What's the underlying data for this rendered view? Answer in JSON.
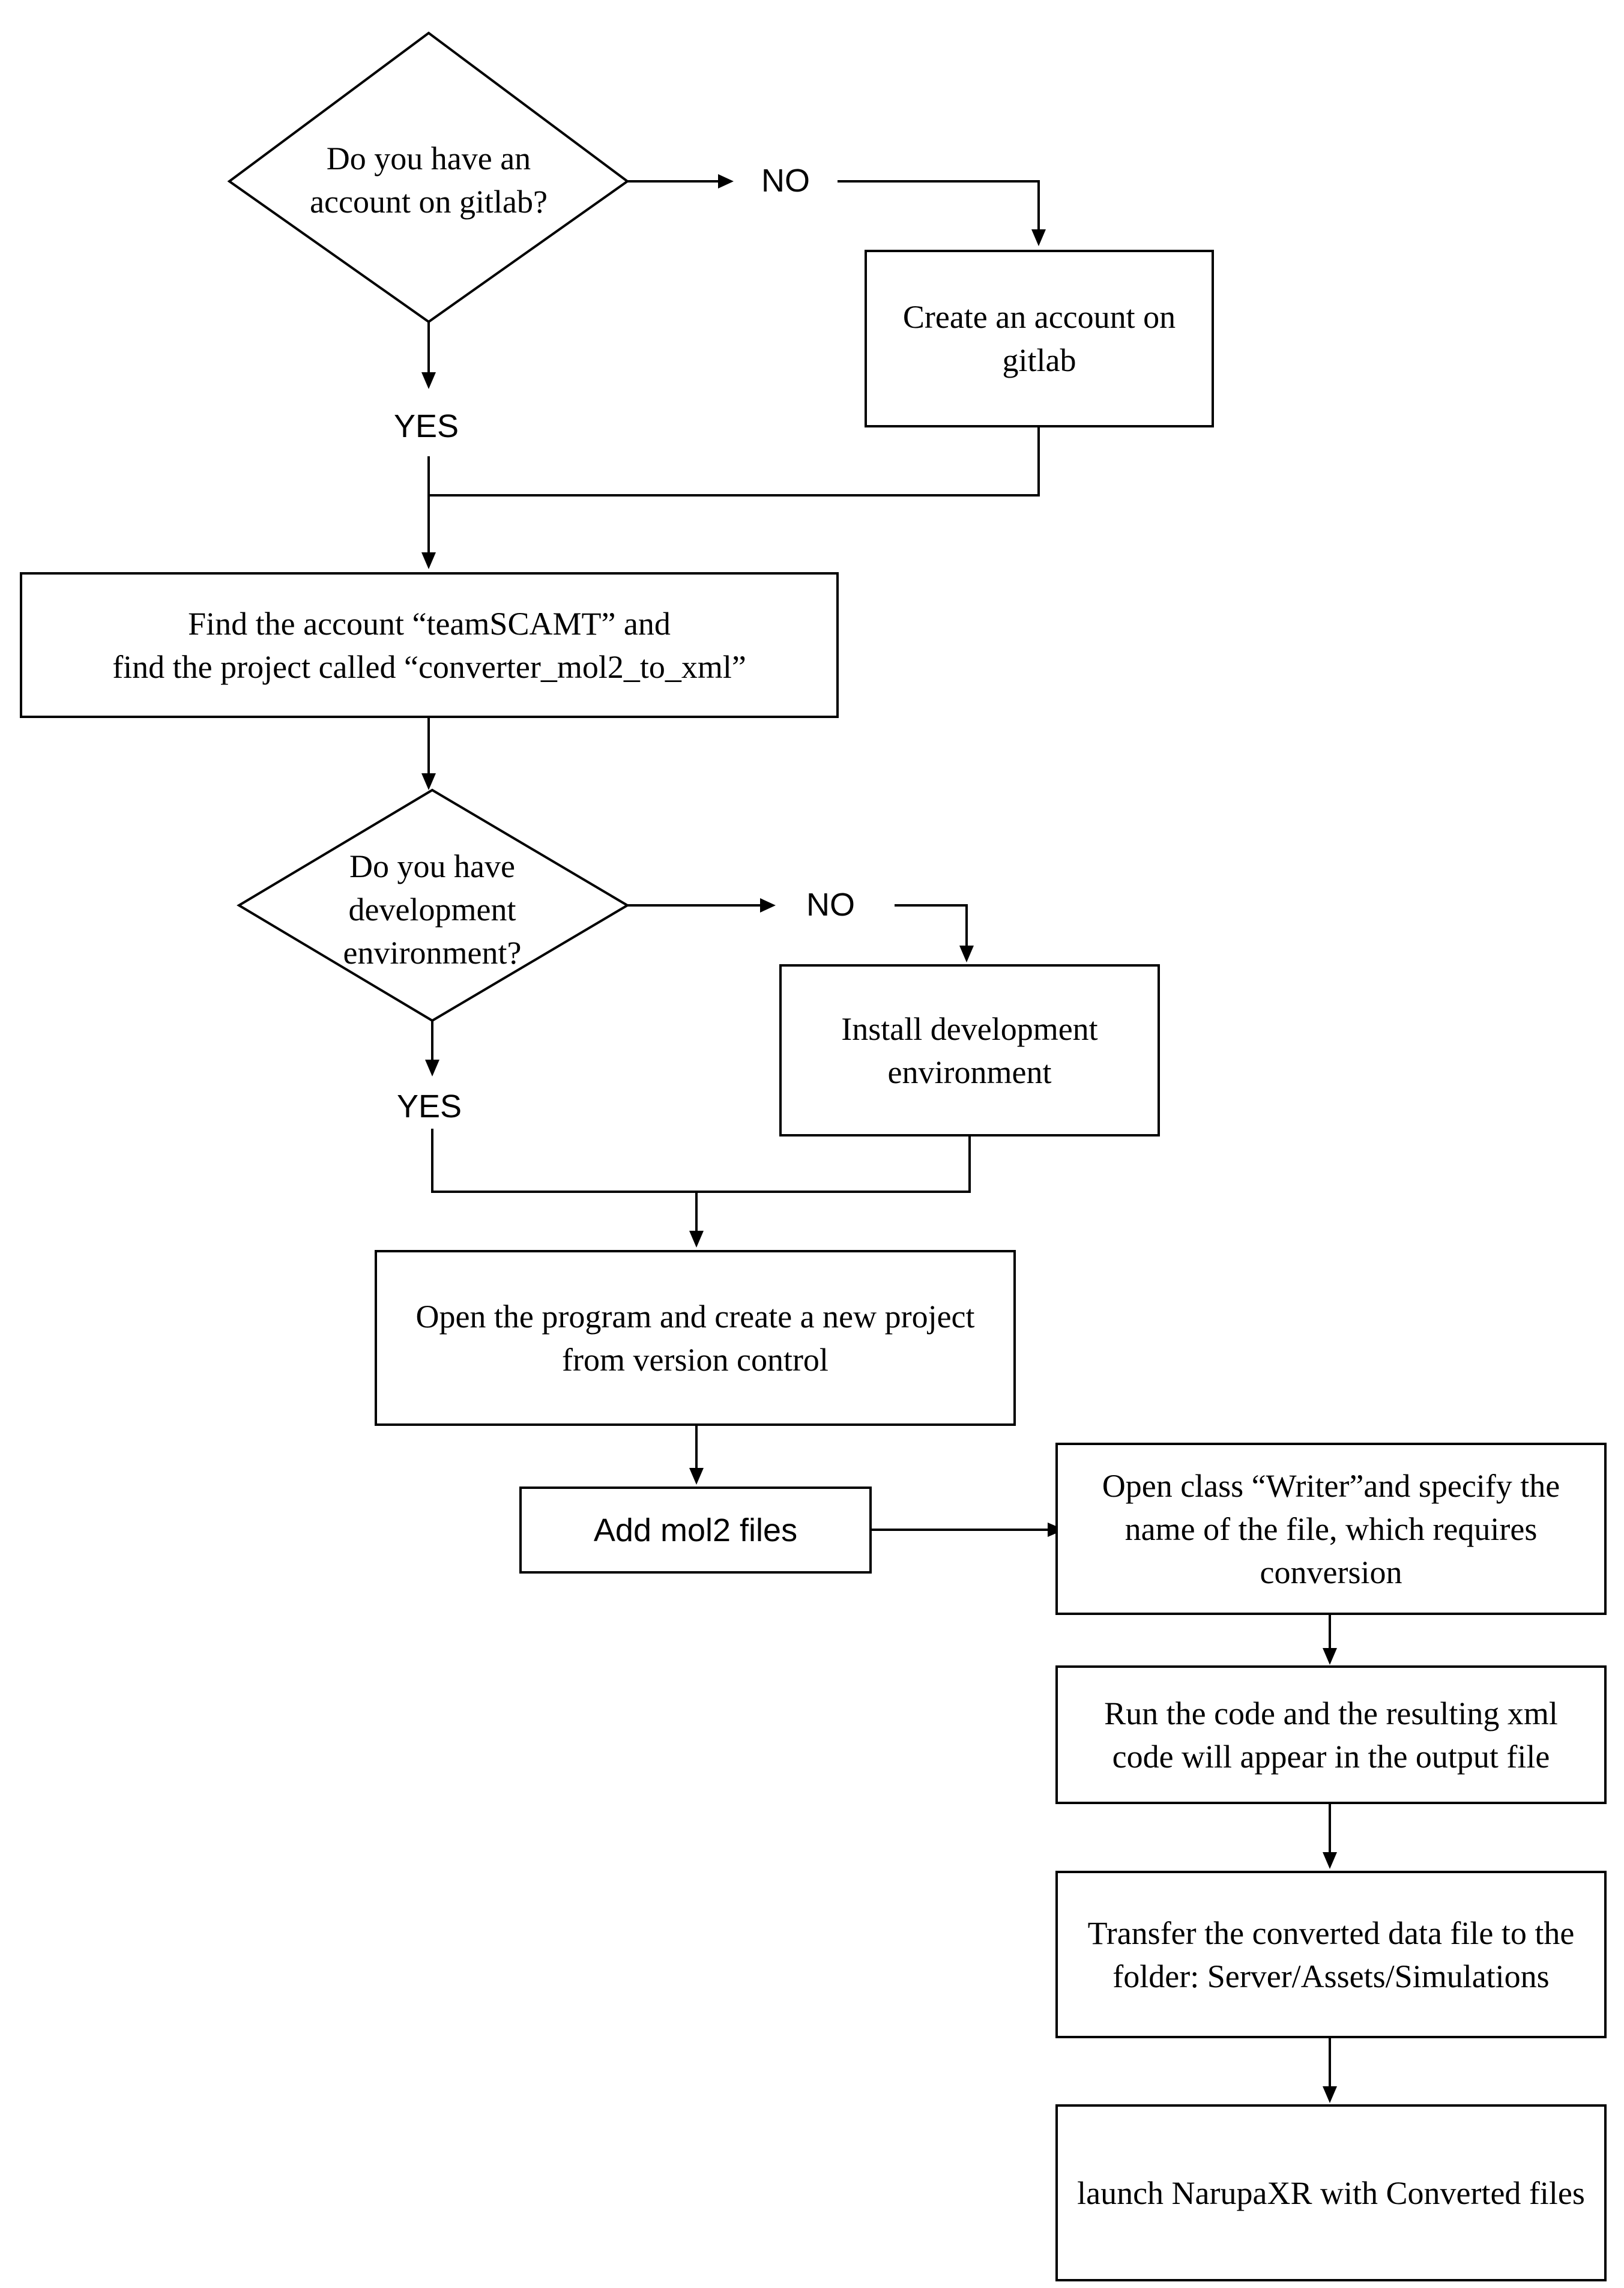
{
  "decisions": {
    "account": {
      "lines": [
        "Do you have an",
        "account on gitlab?"
      ],
      "yes_label": "YES",
      "no_label": "NO"
    },
    "dev_env": {
      "lines": [
        "Do you have",
        "development",
        "environment?"
      ],
      "yes_label": "YES",
      "no_label": "NO"
    }
  },
  "steps": {
    "create_account": {
      "lines": [
        "Create an account on",
        "gitlab"
      ]
    },
    "find_project": {
      "lines": [
        "Find the account “teamSCAMT” and",
        "find the project called “converter_mol2_to_xml”"
      ]
    },
    "install_env": {
      "lines": [
        "Install development",
        "environment"
      ]
    },
    "open_program": {
      "lines": [
        "Open the program and create a new project",
        "from version control"
      ]
    },
    "add_files": {
      "label": "Add mol2 files"
    },
    "open_writer": {
      "lines": [
        "Open class “Writer”and specify the",
        "name of the file, which requires",
        "conversion"
      ]
    },
    "run_code": {
      "lines": [
        "Run the code and the resulting xml",
        "code will appear in the output file"
      ]
    },
    "transfer": {
      "lines": [
        "Transfer the converted data file to the",
        "folder: Server/Assets/Simulations"
      ]
    },
    "launch": {
      "label": "launch NarupaXR with Converted files"
    }
  }
}
